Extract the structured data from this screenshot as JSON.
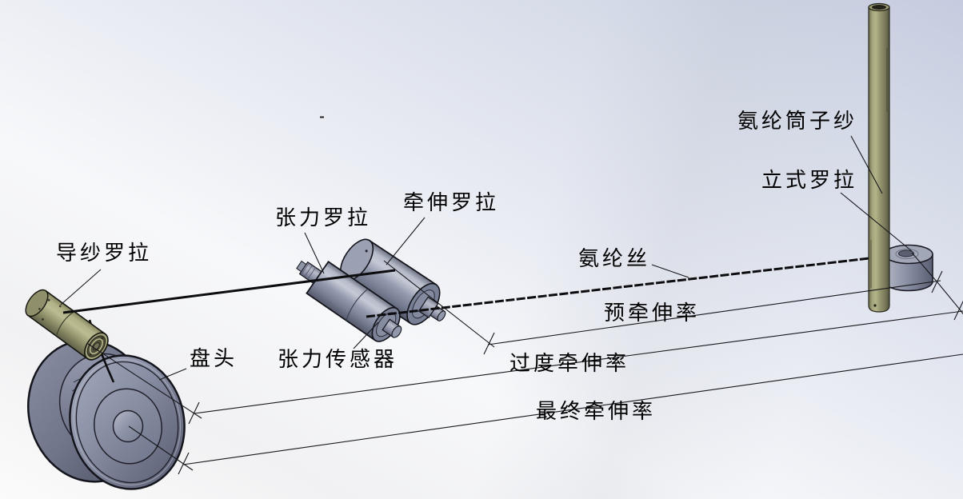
{
  "diagram": {
    "description_labels": "Spandex drafting and winding machine schematic with annotated parts and draft-ratio spans"
  },
  "labels": {
    "guide_roller": "导纱罗拉",
    "beam_head": "盘头",
    "tension_roller": "张力罗拉",
    "draft_roller": "牵伸罗拉",
    "tension_sensor": "张力传感器",
    "spandex_filament": "氨纶丝",
    "pre_draft_ratio": "预牵伸率",
    "transition_draft_ratio": "过度牵伸率",
    "final_draft_ratio": "最终牵伸率",
    "spandex_package": "氨纶筒子纱",
    "vertical_roller": "立式罗拉"
  },
  "colors": {
    "yarn": "#0d0d10",
    "annotation_line": "#17171c",
    "metal_gray": "#8e94a8",
    "metal_gray_dark": "#5c6175",
    "olive": "#9c9c75",
    "olive_dark": "#62624a",
    "background_top": "#c6ccdf",
    "background_bottom": "#fbfbfb",
    "outline": "#14141c",
    "label_text": "#000000"
  }
}
